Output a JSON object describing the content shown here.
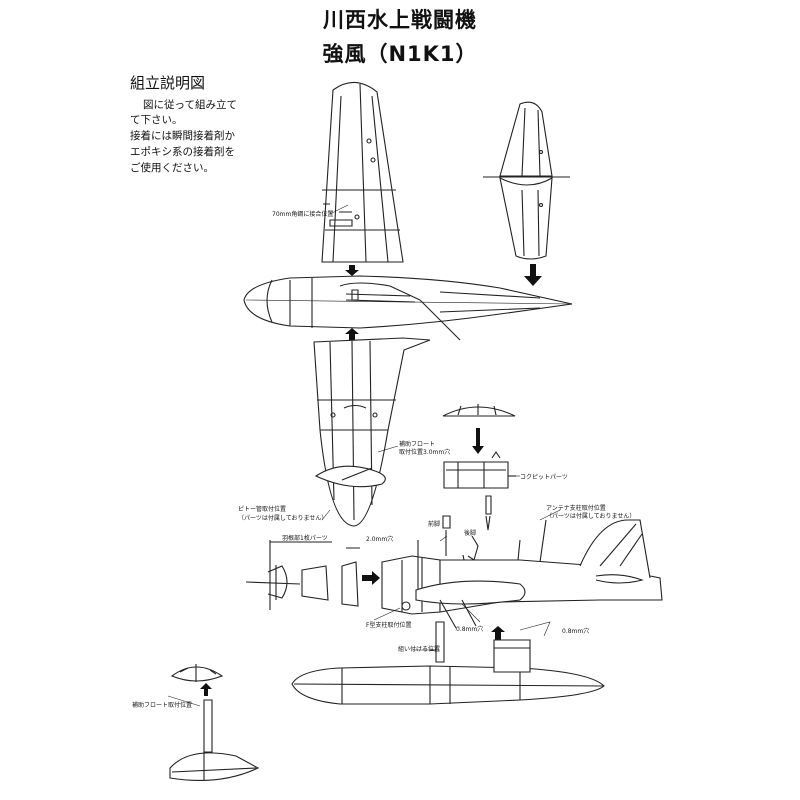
{
  "title": "川西水上戦闘機",
  "subtitle": "強風（N1K1）",
  "instructions": {
    "heading": "組立説明図",
    "lines": [
      "図に従って組み立て",
      "て下さい。",
      "接着には瞬間接着剤か",
      "エポキシ系の接着剤を",
      "ご使用ください。"
    ]
  },
  "labels": {
    "wing_note": "70mm角鋼に接合位置",
    "float_mount": [
      "補助フロート",
      "取付位置3.0mm穴"
    ],
    "cockpit": "コクピットパーツ",
    "pitot": [
      "ピトー管取付位置",
      "（パーツは付属しておりません）"
    ],
    "antenna": [
      "アンテナ支柱取付位置",
      "（パーツは付属しておりません）"
    ],
    "hole_2mm": "2.0mm穴",
    "hole_08_a": "0.8mm穴",
    "hole_08_b": "0.8mm穴",
    "prop_note": "羽根部1枚パーツ",
    "strut_pos": "F型支柱取付位置",
    "main_float": "組い付ける位置",
    "aux_float": "補助フロート取付位置",
    "strut_a": "前脚",
    "strut_b": "後脚"
  }
}
